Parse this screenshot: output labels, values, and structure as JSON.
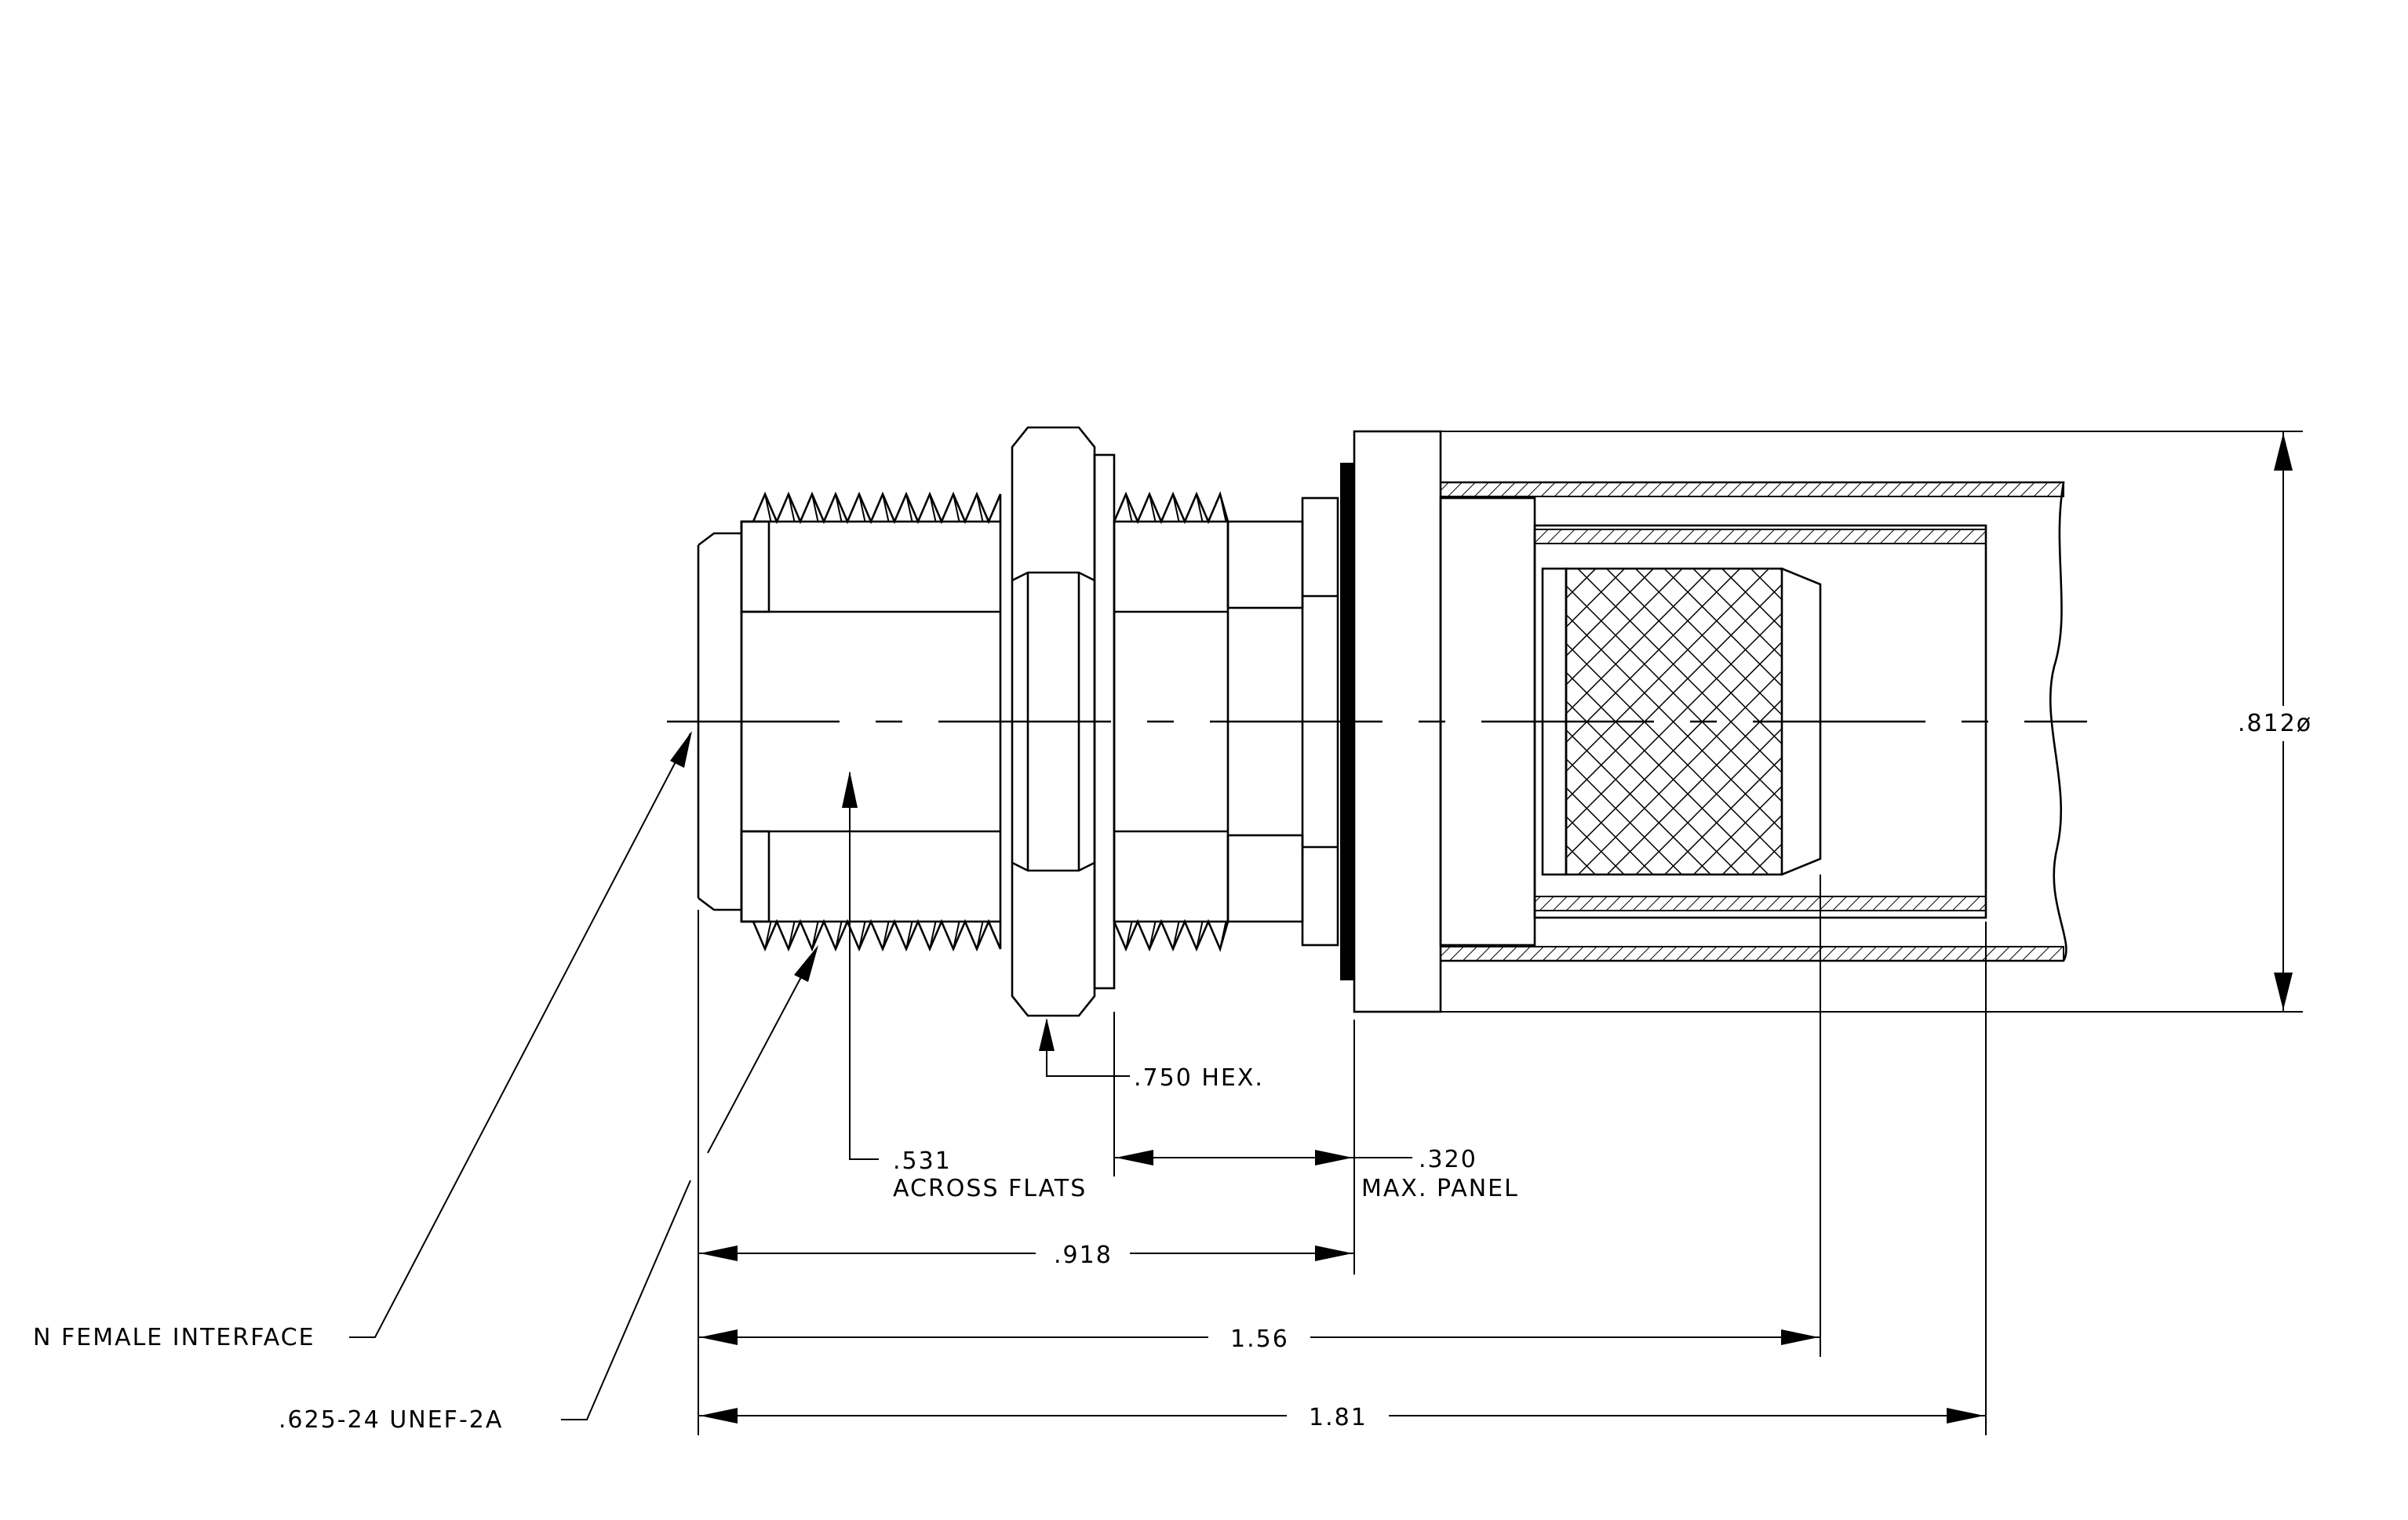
{
  "labels": {
    "n_female_interface": "N FEMALE INTERFACE",
    "thread_spec": ".625-24 UNEF-2A",
    "across_flats_value": ".531",
    "across_flats_text": "ACROSS FLATS",
    "hex": ".750 HEX.",
    "panel_value": ".320",
    "panel_text": "MAX. PANEL",
    "diameter": ".812ø",
    "dim_918": ".918",
    "dim_156": "1.56",
    "dim_181": "1.81"
  },
  "icons": {
    "arrowhead": "filled-triangle",
    "braid": "crosshatch",
    "cable_jacket": "diagonal-hatch"
  }
}
